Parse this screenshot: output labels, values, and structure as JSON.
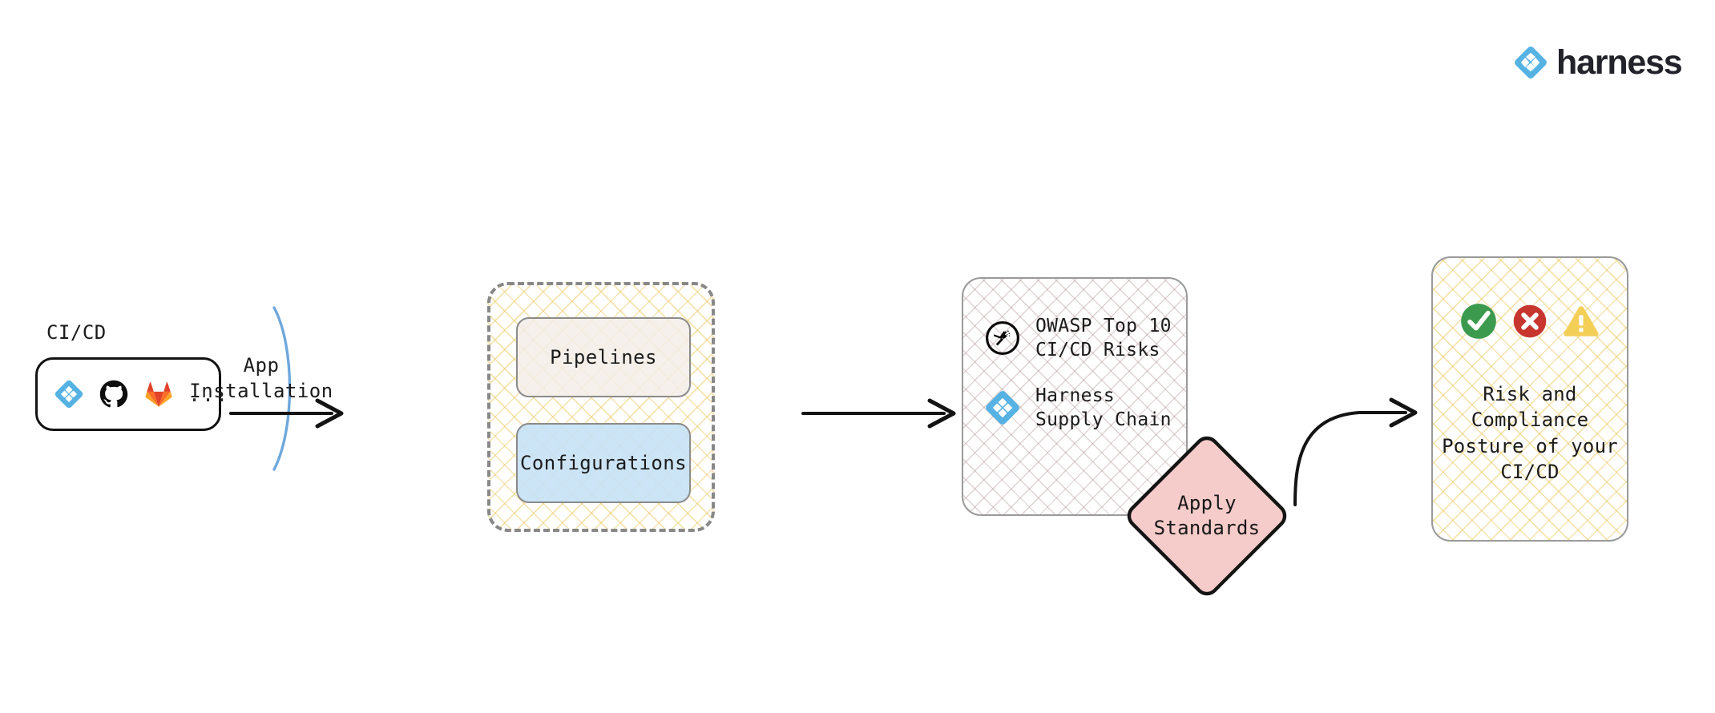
{
  "brand": {
    "name": "harness",
    "mark_icon": "harness-diamond-icon",
    "mark_color": "#55b2e3",
    "word_color": "#22222a"
  },
  "sources": {
    "title": "CI/CD",
    "tools": [
      {
        "icon": "harness-diamond-icon",
        "label": "Harness",
        "color": "#55b2e3"
      },
      {
        "icon": "github-icon",
        "label": "GitHub",
        "color": "#0e0e0e"
      },
      {
        "icon": "gitlab-icon",
        "label": "GitLab",
        "color": "#e2432a"
      }
    ],
    "more_indicator": "..."
  },
  "app_installation": {
    "label": "App\nInstallation",
    "boundary_color": "#6fa8dc"
  },
  "artifacts": {
    "cards": [
      {
        "label": "Pipelines",
        "fill": "#f3eee8"
      },
      {
        "label": "Configurations",
        "fill": "#c7e2f5"
      }
    ],
    "border_color": "#888888",
    "hatch_color": "#eac65a"
  },
  "standards": {
    "items": [
      {
        "icon": "owasp-icon",
        "text": "OWASP Top 10\nCI/CD Risks"
      },
      {
        "icon": "harness-diamond-icon",
        "text": "Harness\nSupply Chain"
      }
    ],
    "border_color": "#9a9a9a",
    "hatch_color": "#966e6e"
  },
  "apply_standards": {
    "label": "Apply\nStandards",
    "fill": "#f6ccca",
    "stroke": "#141414"
  },
  "outcome": {
    "status_icons": [
      {
        "icon": "check-circle-icon",
        "color": "#3c9a4e",
        "meaning": "pass"
      },
      {
        "icon": "x-circle-icon",
        "color": "#c7352f",
        "meaning": "fail"
      },
      {
        "icon": "warning-triangle-icon",
        "color": "#f4cf58",
        "meaning": "warning"
      }
    ],
    "text": "Risk and Compliance\nPosture of your\nCI/CD",
    "border_color": "#9a9a9a",
    "hatch_color": "#eac65a"
  },
  "connectors": [
    {
      "name": "sources-to-artifacts",
      "style": "straight-arrow",
      "color": "#141414"
    },
    {
      "name": "artifacts-to-standards",
      "style": "straight-arrow",
      "color": "#141414"
    },
    {
      "name": "apply-to-outcome",
      "style": "curved-arrow",
      "color": "#141414"
    }
  ]
}
